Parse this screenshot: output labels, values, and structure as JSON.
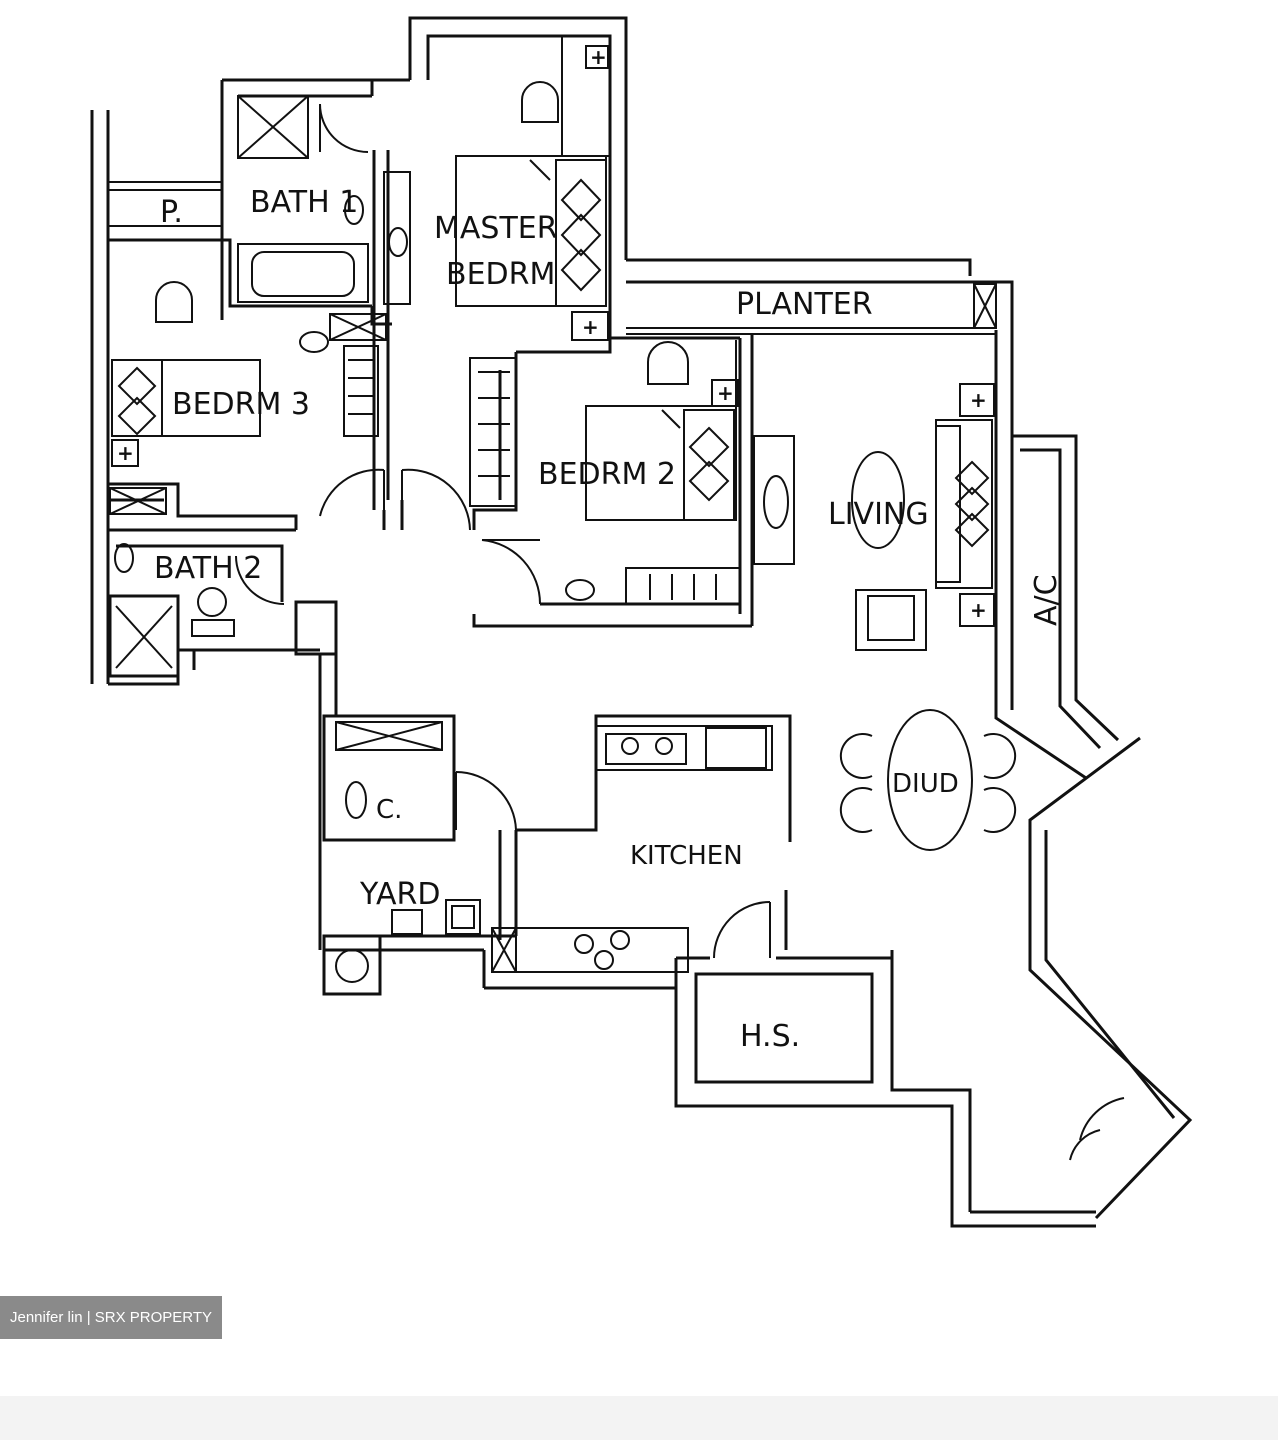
{
  "rooms": {
    "bath1": "BATH 1",
    "p": "P.",
    "master_line1": "MASTER",
    "master_line2": "BEDRM",
    "planter": "PLANTER",
    "bedrm3": "BEDRM 3",
    "bedrm2": "BEDRM 2",
    "living": "LIVING",
    "bath2": "BATH 2",
    "ac": "A/C",
    "dining": "DIUD",
    "wc": "C.",
    "kitchen": "KITCHEN",
    "yard": "YARD",
    "hs": "H.S."
  },
  "power_point_symbol": "+",
  "credit": "Jennifer lin | SRX PROPERTY"
}
